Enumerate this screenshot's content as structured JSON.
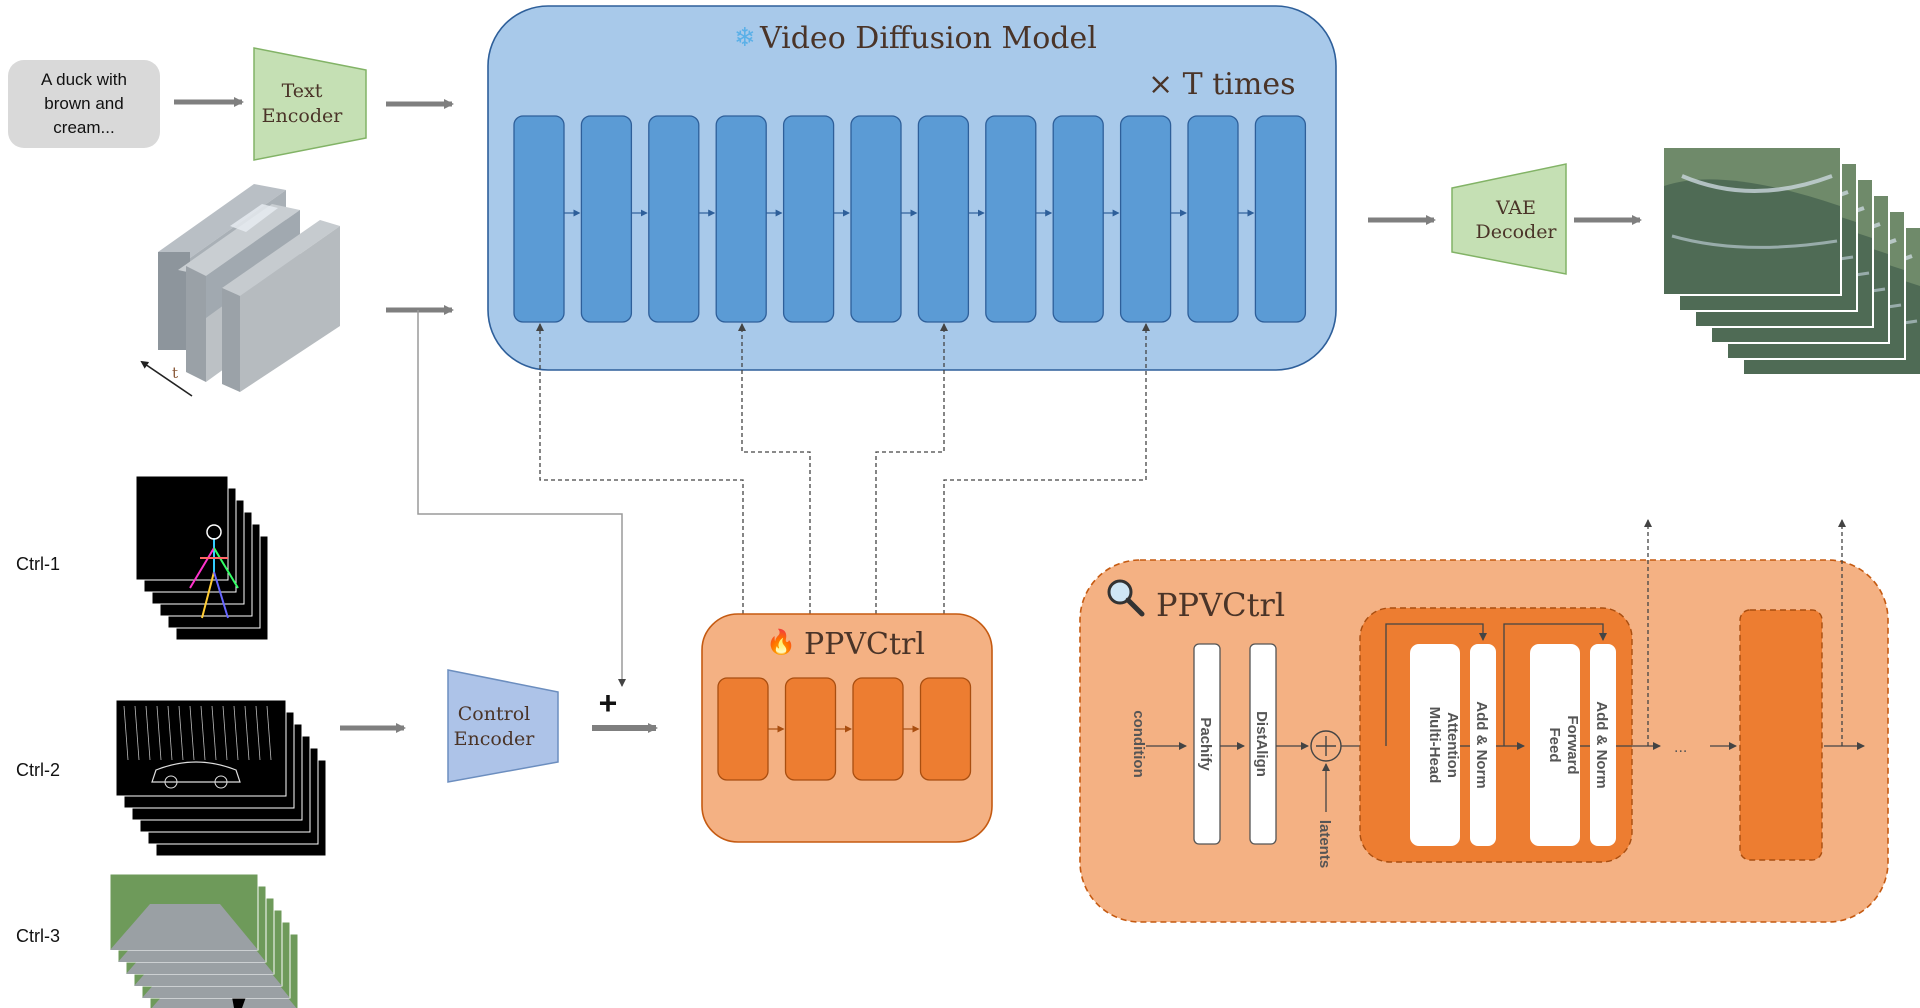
{
  "prompt_text": [
    "A duck with",
    "brown and",
    "cream..."
  ],
  "text_encoder": [
    "Text",
    "Encoder"
  ],
  "video_diffusion": {
    "title": "Video Diffusion Model",
    "repeat": "× T times",
    "block_count": 12
  },
  "vae_decoder": [
    "VAE",
    "Decoder"
  ],
  "time_axis": "t",
  "ctrl_labels": [
    "Ctrl-1",
    "Ctrl-2",
    "Ctrl-3"
  ],
  "control_encoder": [
    "Control",
    "Encoder"
  ],
  "plus_sign": "+",
  "ppvctrl_small": {
    "title": "PPVCtrl",
    "block_count": 4
  },
  "ppvctrl_detail": {
    "title": "PPVCtrl",
    "condition": "condition",
    "pachify": "Pachify",
    "distalign": "DistAlign",
    "latents": "latents",
    "mha": [
      "Multi-Head",
      "Attention"
    ],
    "add_norm_1": "Add & Norm",
    "feed_forward": [
      "Feed",
      "Forward"
    ],
    "add_norm_2": "Add & Norm",
    "ellipsis": "..."
  },
  "colors": {
    "blue_panel": "#a8c9ea",
    "blue_block": "#5b9bd5",
    "orange_panel": "#f4b183",
    "orange_block": "#ed7d31",
    "green_encoder": "#c5e0b4",
    "blue_encoder": "#adc3e8",
    "gray_arrow": "#7f7f7f",
    "title_brown": "#4a3428"
  },
  "icons": {
    "snowflake": "snowflake-icon",
    "fire": "fire-icon",
    "magnifier": "magnifier-icon"
  }
}
